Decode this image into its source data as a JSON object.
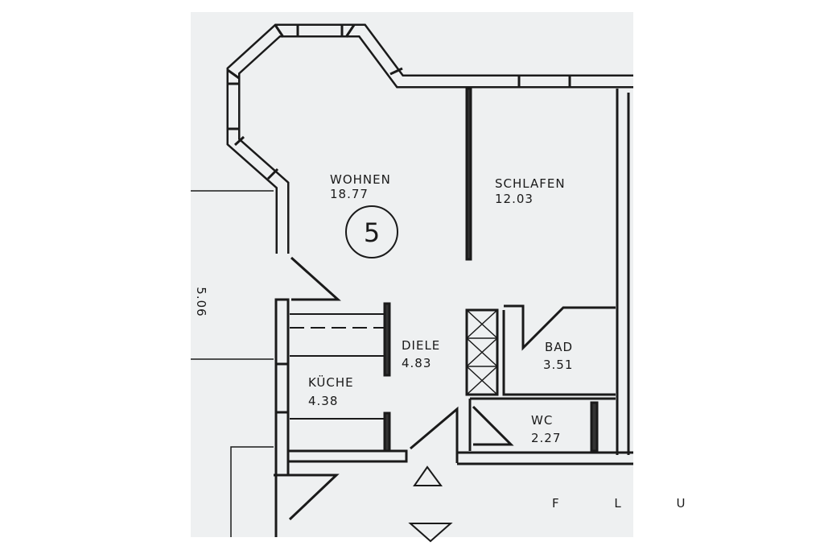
{
  "plan": {
    "unit_number": "5",
    "side_dimension": "5.06",
    "corridor_label": "F L U",
    "rooms": [
      {
        "name": "WOHNEN",
        "area": "18.77"
      },
      {
        "name": "SCHLAFEN",
        "area": "12.03"
      },
      {
        "name": "DIELE",
        "area": "4.83"
      },
      {
        "name": "KÜCHE",
        "area": "4.38"
      },
      {
        "name": "BAD",
        "area": "3.51"
      },
      {
        "name": "WC",
        "area": "2.27"
      }
    ]
  }
}
